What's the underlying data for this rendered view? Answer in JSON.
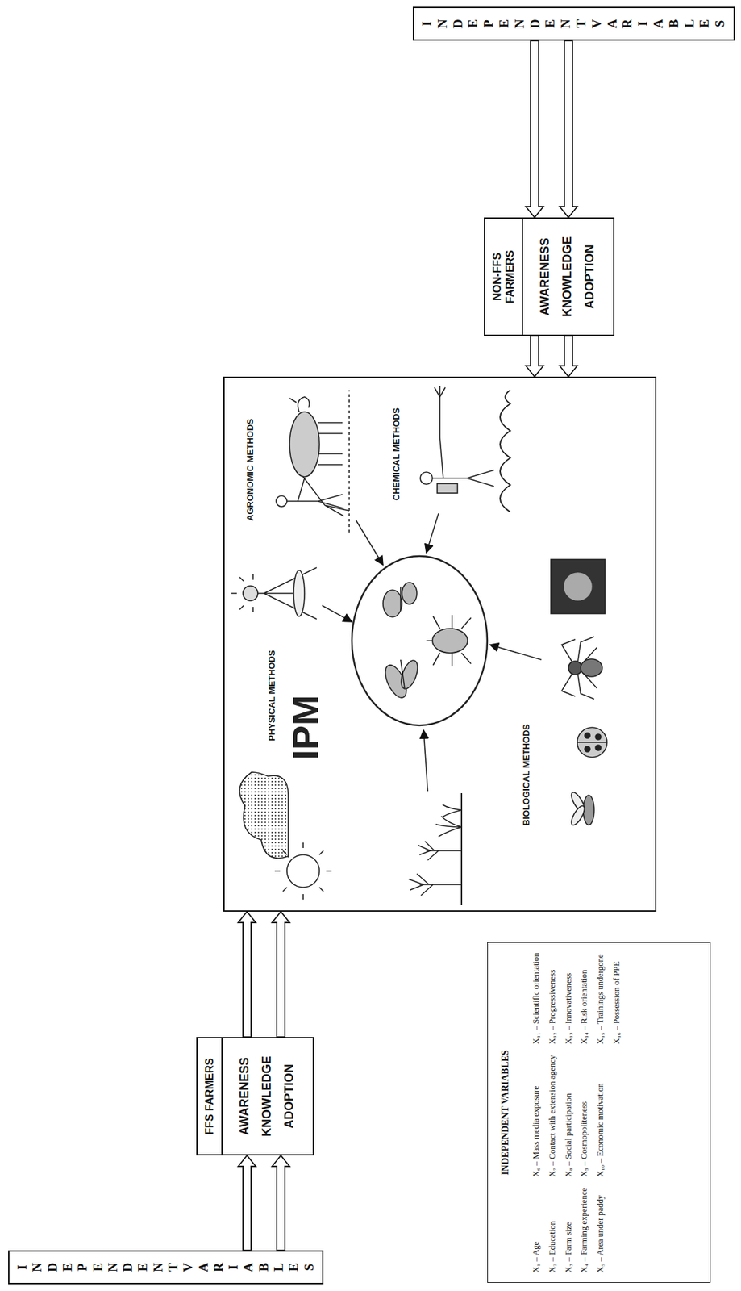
{
  "diagram": {
    "nodes": [
      {
        "text": [
          "INDEPENDENT VARIABLES"
        ]
      },
      {
        "text": [
          "FFS FARMERS",
          "AWARENESS",
          "KNOWLEDGE",
          "ADOPTION"
        ]
      },
      {
        "text": [
          "PHYSICAL METHODS",
          "IPM",
          "AGRONOMIC METHODS",
          "CHEMICAL METHODS",
          "BIOLOGICAL METHODS"
        ]
      },
      {
        "text": [
          "NON-FFS FARMERS",
          "AWARENESS",
          "KNOWLEDGE",
          "ADOPTION"
        ]
      },
      {
        "text": [
          "INDEPENDENT VARIABLES"
        ]
      },
      {
        "text": [
          "INDEPENDENT VARIABLES",
          "X₁ – Age",
          "X₂ – Education",
          "X₃ – Farm size",
          "X₄ – Farming experience",
          "X₅ – Area under paddy",
          "X₆ – Mass media exposure",
          "X₇ – Contact with extension agency",
          "X₈ – Social participation",
          "X₉ – Cosmopoliteness",
          "X₁₀ – Economic motivation",
          "X₁₁ – Scientific orientation",
          "X₁₂ – Progressiveness",
          "X₁₃ – Innovativeness",
          "X₁₄ – Risk orientation",
          "X₁₅ – Trainings undergone",
          "X₁₆ – Possession of PPE"
        ]
      }
    ],
    "edges": [
      {
        "from": 0,
        "to": 1,
        "arrow": "to"
      },
      {
        "from": 0,
        "to": 1,
        "arrow": "to"
      },
      {
        "from": 1,
        "to": 2,
        "arrow": "to"
      },
      {
        "from": 1,
        "to": 2,
        "arrow": "to"
      },
      {
        "from": 4,
        "to": 3,
        "arrow": "to"
      },
      {
        "from": 4,
        "to": 3,
        "arrow": "to"
      },
      {
        "from": 3,
        "to": 2,
        "arrow": "to"
      },
      {
        "from": 3,
        "to": 2,
        "arrow": "to"
      }
    ]
  }
}
